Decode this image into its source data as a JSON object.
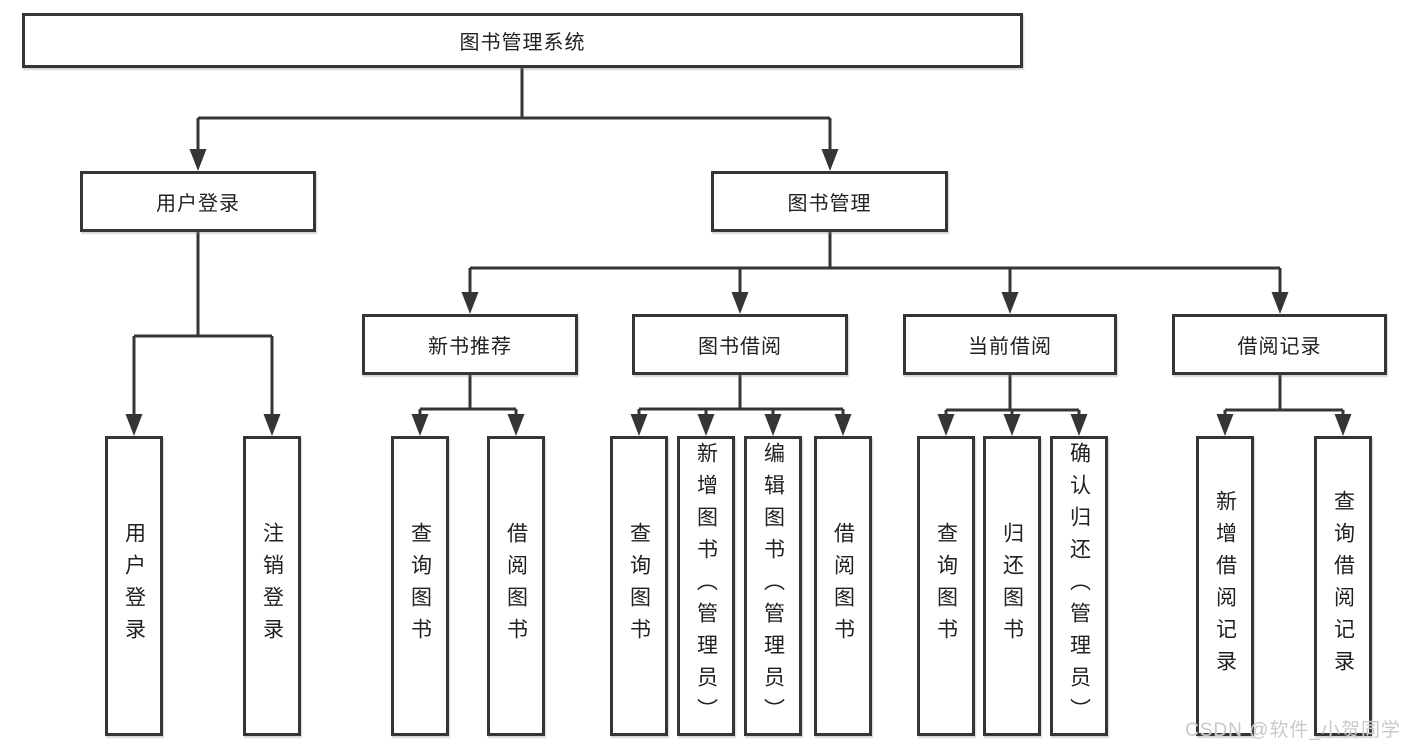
{
  "tree": {
    "root": "图书管理系统",
    "branches": [
      {
        "label": "用户登录",
        "children": [
          "用户登录",
          "注销登录"
        ]
      },
      {
        "label": "图书管理",
        "sections": [
          {
            "label": "新书推荐",
            "children": [
              "查询图书",
              "借阅图书"
            ]
          },
          {
            "label": "图书借阅",
            "children": [
              "查询图书",
              "新增图书（管理员）",
              "编辑图书（管理员）",
              "借阅图书"
            ]
          },
          {
            "label": "当前借阅",
            "children": [
              "查询图书",
              "归还图书",
              "确认归还（管理员）"
            ]
          },
          {
            "label": "借阅记录",
            "children": [
              "新增借阅记录",
              "查询借阅记录"
            ]
          }
        ]
      }
    ]
  },
  "watermark": "CSDN @软件_小贺同学",
  "colors": {
    "line": "#353535",
    "text": "#212121",
    "box_bg": "#ffffff",
    "watermark": "#c9c9c9"
  }
}
